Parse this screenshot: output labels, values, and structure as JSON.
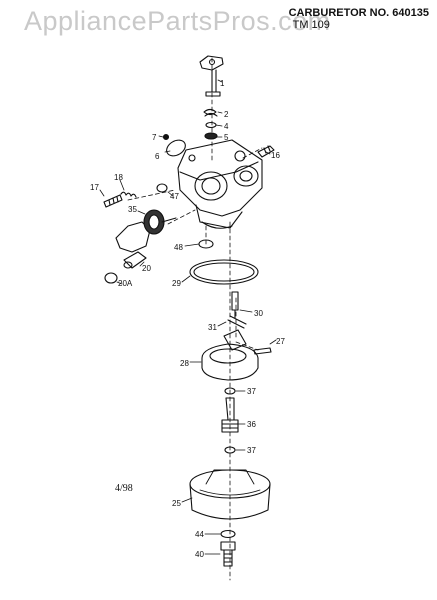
{
  "watermark": "AppliancePartsPros.com",
  "header": {
    "title": "CARBURETOR NO. 640135",
    "subtitle": "TM 109"
  },
  "date_code": "4/98",
  "parts": [
    {
      "id": "p1",
      "label": "1"
    },
    {
      "id": "p2",
      "label": "2"
    },
    {
      "id": "p4",
      "label": "4"
    },
    {
      "id": "p5",
      "label": "5"
    },
    {
      "id": "p6",
      "label": "6"
    },
    {
      "id": "p7",
      "label": "7"
    },
    {
      "id": "p16",
      "label": "16"
    },
    {
      "id": "p17",
      "label": "17"
    },
    {
      "id": "p18",
      "label": "18"
    },
    {
      "id": "p35",
      "label": "35"
    },
    {
      "id": "p47",
      "label": "47"
    },
    {
      "id": "p48",
      "label": "48"
    },
    {
      "id": "p20",
      "label": "20"
    },
    {
      "id": "p20a",
      "label": "20A"
    },
    {
      "id": "p29",
      "label": "29"
    },
    {
      "id": "p30",
      "label": "30"
    },
    {
      "id": "p31",
      "label": "31"
    },
    {
      "id": "p27",
      "label": "27"
    },
    {
      "id": "p28",
      "label": "28"
    },
    {
      "id": "p37a",
      "label": "37"
    },
    {
      "id": "p36",
      "label": "36"
    },
    {
      "id": "p37b",
      "label": "37"
    },
    {
      "id": "p25",
      "label": "25"
    },
    {
      "id": "p44",
      "label": "44"
    },
    {
      "id": "p40",
      "label": "40"
    }
  ]
}
